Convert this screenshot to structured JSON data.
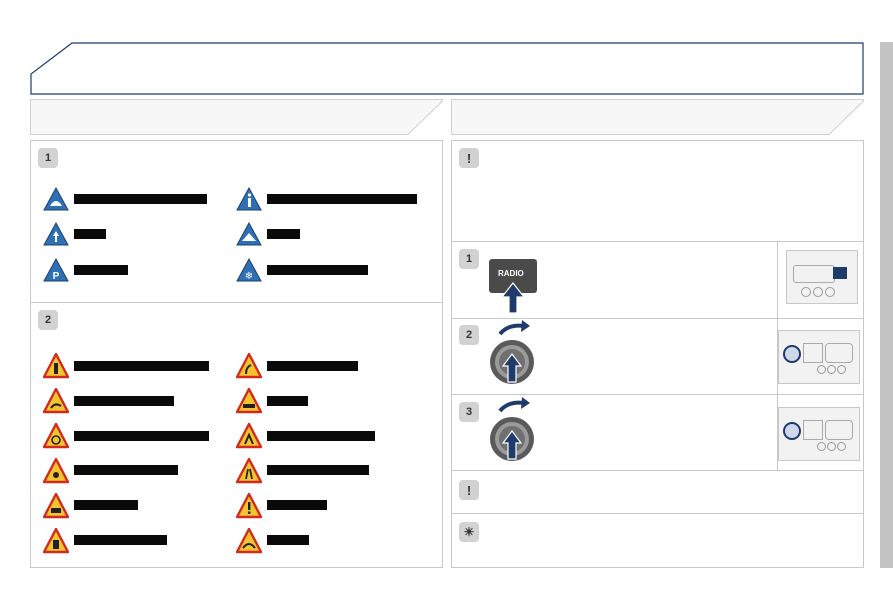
{
  "colors": {
    "title_border": "#1e3a6e",
    "info_sign_blue": "#2f6fb5",
    "warning_sign_red": "#d22b1d",
    "warning_sign_yellow": "#f4c430",
    "arrow_blue": "#1f3b6b",
    "redaction": "#0a0a0a"
  },
  "left": {
    "step1_number": "1",
    "info_signs": [
      {
        "icon": "tunnel-info-icon"
      },
      {
        "icon": "info-i-icon"
      },
      {
        "icon": "direction-arrow-info-icon"
      },
      {
        "icon": "mountain-pass-info-icon"
      },
      {
        "icon": "parking-info-icon"
      },
      {
        "icon": "snowflake-info-icon"
      }
    ],
    "step2_number": "2",
    "warning_signs": [
      {
        "icon": "traffic-light-warning-icon"
      },
      {
        "icon": "bend-warning-icon"
      },
      {
        "icon": "slippery-road-warning-icon"
      },
      {
        "icon": "car-crash-warning-icon"
      },
      {
        "icon": "speed-camera-warning-icon"
      },
      {
        "icon": "roadworks-warning-icon"
      },
      {
        "icon": "dot-warning-icon"
      },
      {
        "icon": "narrow-road-warning-icon"
      },
      {
        "icon": "queue-warning-icon"
      },
      {
        "icon": "exclamation-warning-icon"
      },
      {
        "icon": "fuel-warning-icon"
      },
      {
        "icon": "skid-warning-icon"
      }
    ]
  },
  "right": {
    "note_badge": "!",
    "step1_number": "1",
    "radio_button_label": "RADIO",
    "step2_number": "2",
    "step3_number": "3",
    "note2_badge": "!",
    "tip_badge": "☀"
  }
}
